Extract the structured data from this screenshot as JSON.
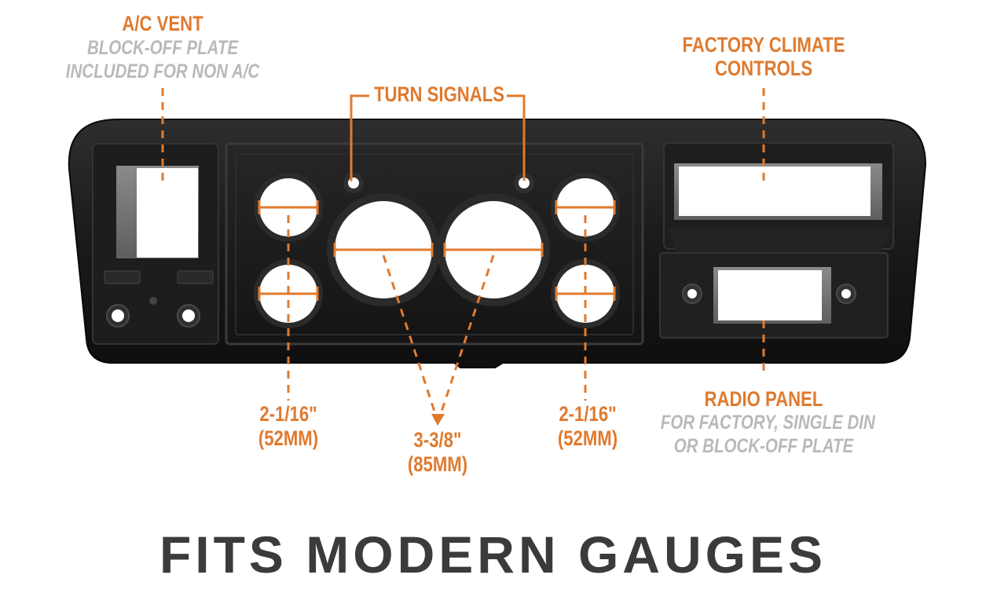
{
  "callouts": {
    "ac_vent": {
      "title": "A/C VENT",
      "subtitle_1": "BLOCK-OFF PLATE",
      "subtitle_2": "INCLUDED FOR NON A/C"
    },
    "climate": {
      "title_1": "FACTORY CLIMATE",
      "title_2": "CONTROLS"
    },
    "turn_signals": {
      "title": "TURN SIGNALS"
    },
    "small_gauge_left": {
      "size": "2-1/16\"",
      "metric": "(52MM)"
    },
    "large_gauge": {
      "size": "3-3/8\"",
      "metric": "(85MM)"
    },
    "small_gauge_right": {
      "size": "2-1/16\"",
      "metric": "(52MM)"
    },
    "radio": {
      "title": "RADIO PANEL",
      "subtitle_1": "FOR FACTORY, SINGLE DIN",
      "subtitle_2": "OR BLOCK-OFF PLATE"
    }
  },
  "headline": "FITS MODERN GAUGES",
  "colors": {
    "accent": "#e07a2e",
    "muted": "#b9b9b9",
    "headline": "#3b3b3b",
    "panel": "#1b1b1b"
  }
}
